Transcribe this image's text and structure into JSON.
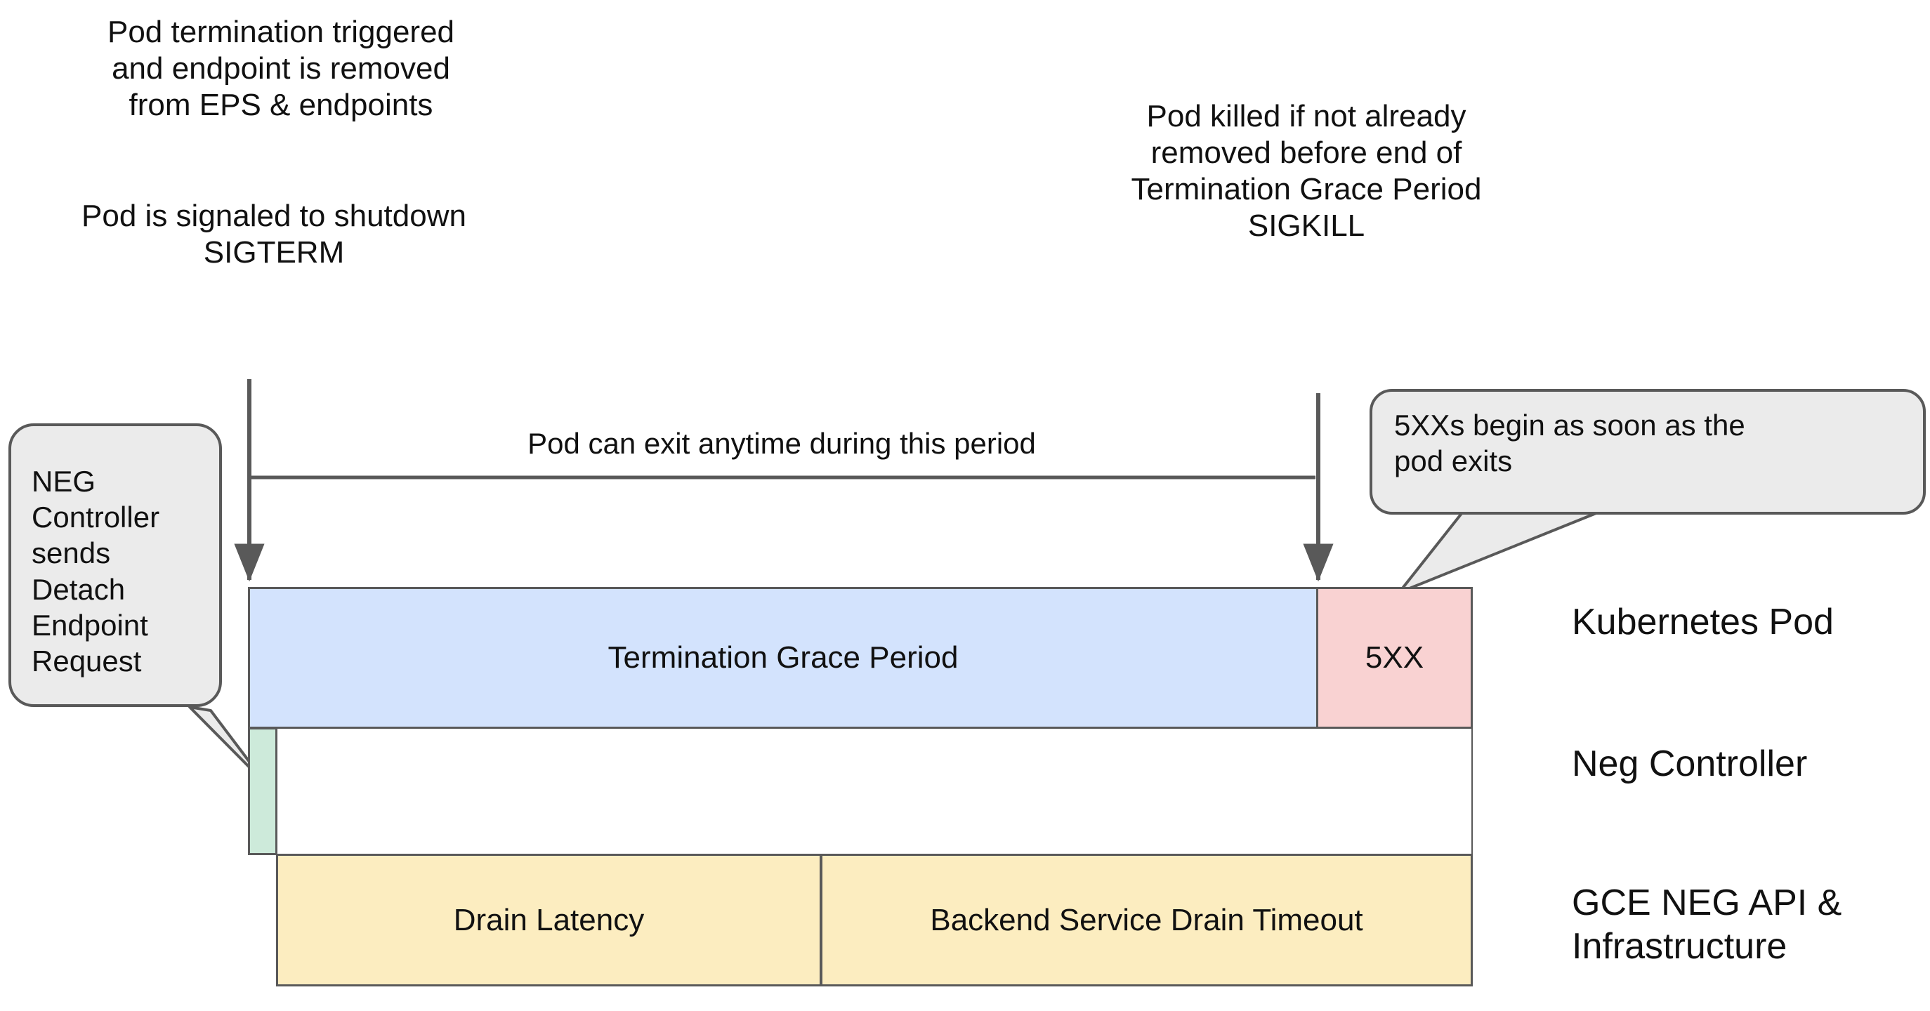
{
  "notes": {
    "termination": "Pod termination triggered\nand endpoint is removed\nfrom EPS & endpoints",
    "sigterm": "Pod is signaled to shutdown\nSIGTERM",
    "sigkill": "Pod killed if not already\nremoved before end of\nTermination Grace Period\nSIGKILL"
  },
  "timeline": {
    "period_label": "Pod can exit anytime during this period"
  },
  "bars": {
    "termination_grace_period": "Termination Grace Period",
    "five_xx": "5XX",
    "neg_controller": "",
    "drain_latency": "Drain Latency",
    "backend_service_drain_timeout": "Backend Service Drain Timeout"
  },
  "callouts": {
    "neg": "NEG\nController\nsends\nDetach\nEndpoint\nRequest",
    "five_xx": "5XXs begin as soon as the\npod exits"
  },
  "lanes": {
    "pod": "Kubernetes Pod",
    "neg_controller": "Neg Controller",
    "gce": "GCE NEG API &\nInfrastructure"
  },
  "colors": {
    "termination_grace_period": "#d3e3fd",
    "five_xx": "#f9d2d2",
    "neg_controller": "#cdeada",
    "drain_bars": "#fcedc0",
    "bubble_fill": "#ebebeb",
    "stroke": "#595959"
  }
}
